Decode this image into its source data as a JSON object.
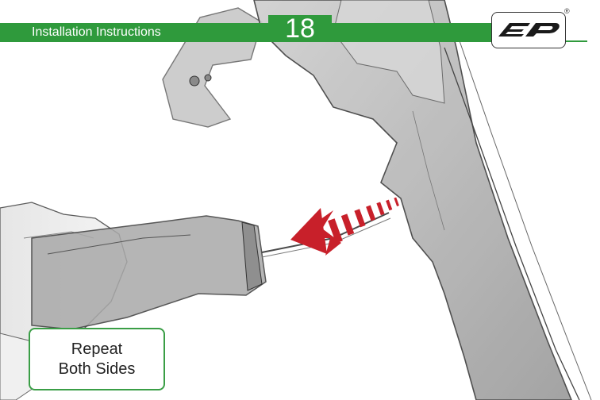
{
  "header": {
    "title": "Installation Instructions",
    "page_number": "18",
    "logo_icon": "ep-logo-icon",
    "registered_mark": "®",
    "accent_color": "#2f9a3c"
  },
  "figure": {
    "arrow_color": "#c8202a",
    "arrow_icon": "arrow-left-icon"
  },
  "callout": {
    "line1": "Repeat",
    "line2": "Both Sides",
    "border_color": "#3a9e46"
  }
}
